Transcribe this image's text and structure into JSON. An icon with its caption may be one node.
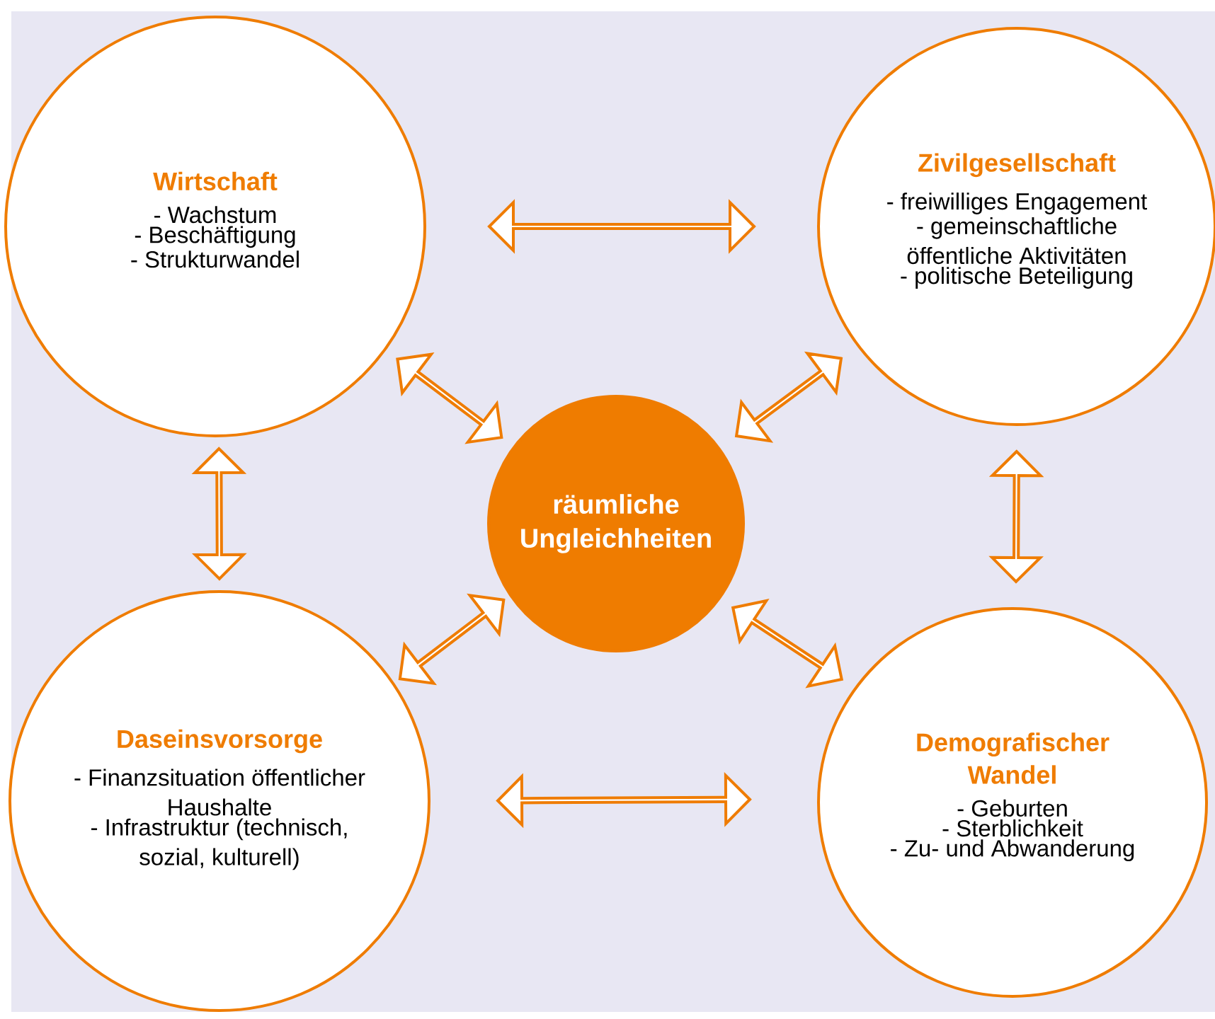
{
  "diagram": {
    "nodes": [
      {
        "text": [
          "Wirtschaft",
          "- Wachstum",
          "- Beschäftigung",
          "- Strukturwandel"
        ]
      },
      {
        "text": [
          "Zivilgesellschaft",
          "- freiwilliges Engagement",
          "- gemeinschaftliche öffentliche Aktivitäten",
          "- politische Beteiligung"
        ]
      },
      {
        "text": [
          "räumliche Ungleichheiten"
        ]
      },
      {
        "text": [
          "Daseinsvorsorge",
          "- Finanzsituation öffentlicher Haushalte",
          "- Infrastruktur (technisch, sozial, kulturell)"
        ]
      },
      {
        "text": [
          "Demografischer Wandel",
          "- Geburten",
          "- Sterblichkeit",
          "- Zu- und Abwanderung"
        ]
      }
    ],
    "edges": [
      {
        "from": 0,
        "to": 1,
        "arrow": "both"
      },
      {
        "from": 0,
        "to": 3,
        "arrow": "both"
      },
      {
        "from": 1,
        "to": 4,
        "arrow": "both"
      },
      {
        "from": 3,
        "to": 4,
        "arrow": "both"
      },
      {
        "from": 0,
        "to": 2,
        "arrow": "both"
      },
      {
        "from": 1,
        "to": 2,
        "arrow": "both"
      },
      {
        "from": 3,
        "to": 2,
        "arrow": "both"
      },
      {
        "from": 4,
        "to": 2,
        "arrow": "both"
      }
    ]
  }
}
